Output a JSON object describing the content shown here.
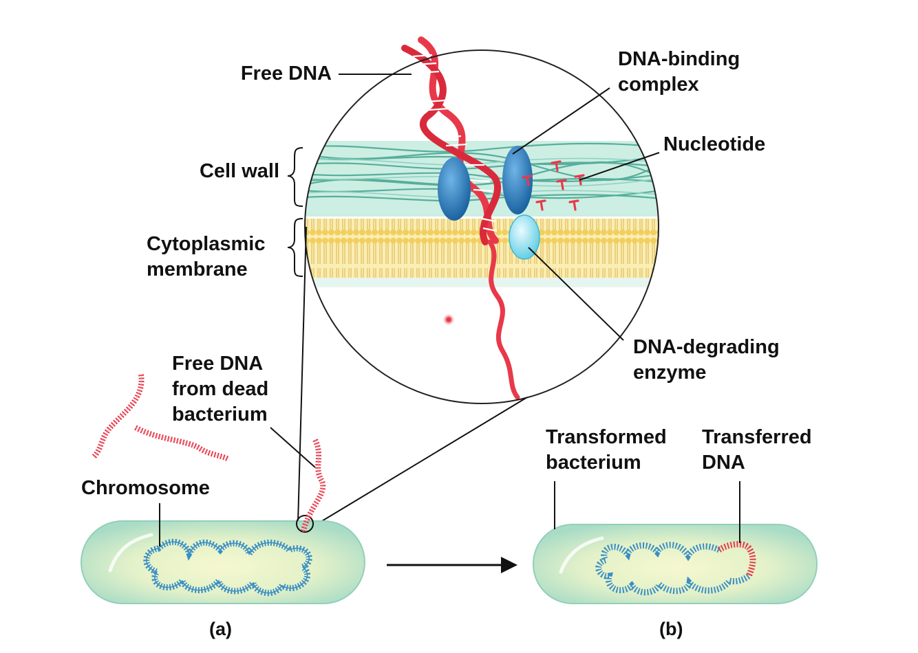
{
  "labels": {
    "free_dna": "Free DNA",
    "dna_binding": [
      "DNA-binding",
      "complex"
    ],
    "nucleotide": "Nucleotide",
    "cell_wall": "Cell wall",
    "cytoplasmic": [
      "Cytoplasmic",
      "membrane"
    ],
    "dna_degrading": [
      "DNA-degrading",
      "enzyme"
    ],
    "free_dna_dead": [
      "Free DNA",
      "from dead",
      "bacterium"
    ],
    "chromosome": "Chromosome",
    "transformed": [
      "Transformed",
      "bacterium"
    ],
    "transferred": [
      "Transferred",
      "DNA"
    ]
  },
  "panels": {
    "a": "(a)",
    "b": "(b)"
  },
  "colors": {
    "dna_red": "#e8394a",
    "dna_light": "#f08a96",
    "chromosome_blue": "#3a8fc4",
    "cell_wall_green": "#4fae9c",
    "membrane_yellow": "#f4d36e",
    "protein_blue": "#1f74b5",
    "enzyme_cyan": "#8fe0f0",
    "bacterium_fill": "#bfe6d2"
  }
}
